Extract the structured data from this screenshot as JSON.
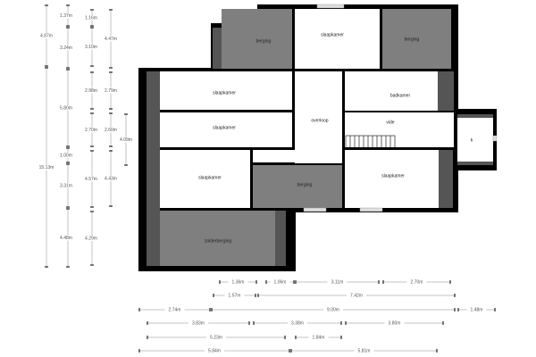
{
  "rooms": {
    "berging_top_left": "berging",
    "slaapkamer_top": "slaapkamer",
    "berging_top_right": "berging",
    "slaapkamer_1": "slaapkamer",
    "slaapkamer_2": "slaapkamer",
    "overloop": "overloop",
    "badkamer": "badkamer",
    "vide": "vide",
    "k": "k",
    "slaapkamer_left": "slaapkamer",
    "berging_center": "berging",
    "slaapkamer_right": "slaapkamer",
    "zolderberging": "zolderberging"
  },
  "dimensions": {
    "vertical": [
      [
        "4.87m",
        "15.13m"
      ],
      [
        "1.37m",
        "3.24m",
        "5.80m",
        "1.00m",
        "3.31m",
        "4.48m"
      ],
      [
        "1.16m",
        "3.10m",
        "2.98m",
        "2.70m",
        "4.57m",
        "4.29m"
      ],
      [
        "4.47m",
        "2.79m",
        "2.60m",
        "4.43m"
      ],
      [
        "4.09m"
      ]
    ],
    "horizontal": [
      [
        "1.36m",
        "1.06m",
        "3.11m",
        "2.70m"
      ],
      [
        "1.57m",
        "7.42m"
      ],
      [
        "2.74m",
        "9.00m",
        "1.48m"
      ],
      [
        "3.83m",
        "3.38m",
        "3.80m"
      ],
      [
        "5.23m",
        "1.84m"
      ],
      [
        "5.84m",
        "5.81m"
      ]
    ]
  },
  "colors": {
    "wall": "#000000",
    "storage": "#7f7f7f",
    "room": "#ffffff",
    "dimension": "#888888"
  }
}
